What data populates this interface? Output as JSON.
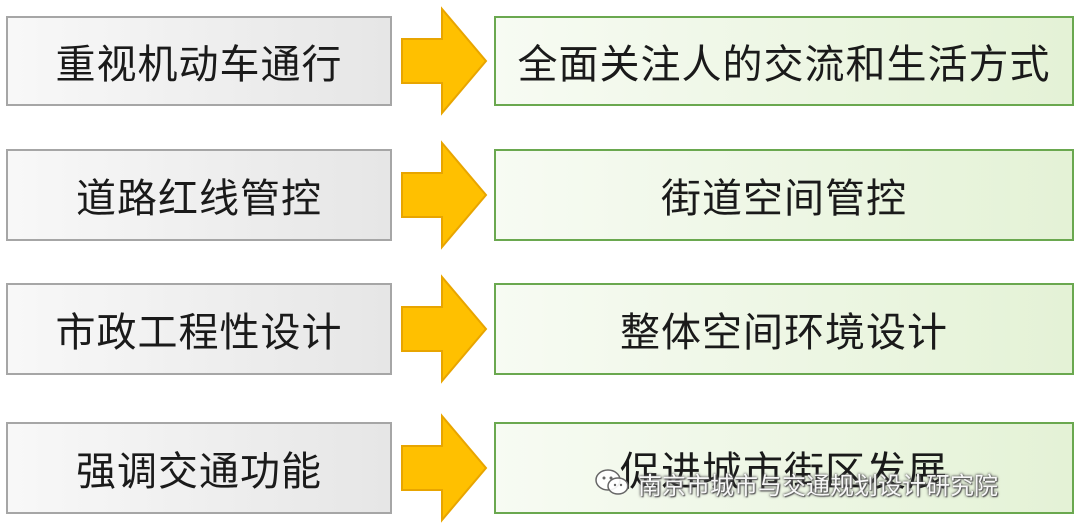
{
  "rows": [
    {
      "from": "重视机动车通行",
      "to": "全面关注人的交流和生活方式"
    },
    {
      "from": "道路红线管控",
      "to": "街道空间管控"
    },
    {
      "from": "市政工程性设计",
      "to": "整体空间环境设计"
    },
    {
      "from": "强调交通功能",
      "to": "促进城市街区发展"
    }
  ],
  "watermark": {
    "text": "南京市城市与交通规划设计研究院",
    "icon": "wechat-icon"
  },
  "colors": {
    "arrow_fill": "#ffc000",
    "arrow_stroke": "#e8a500",
    "left_border": "#a6a6a6",
    "right_border": "#6aa84f",
    "right_fill": "#e4f2d6"
  }
}
